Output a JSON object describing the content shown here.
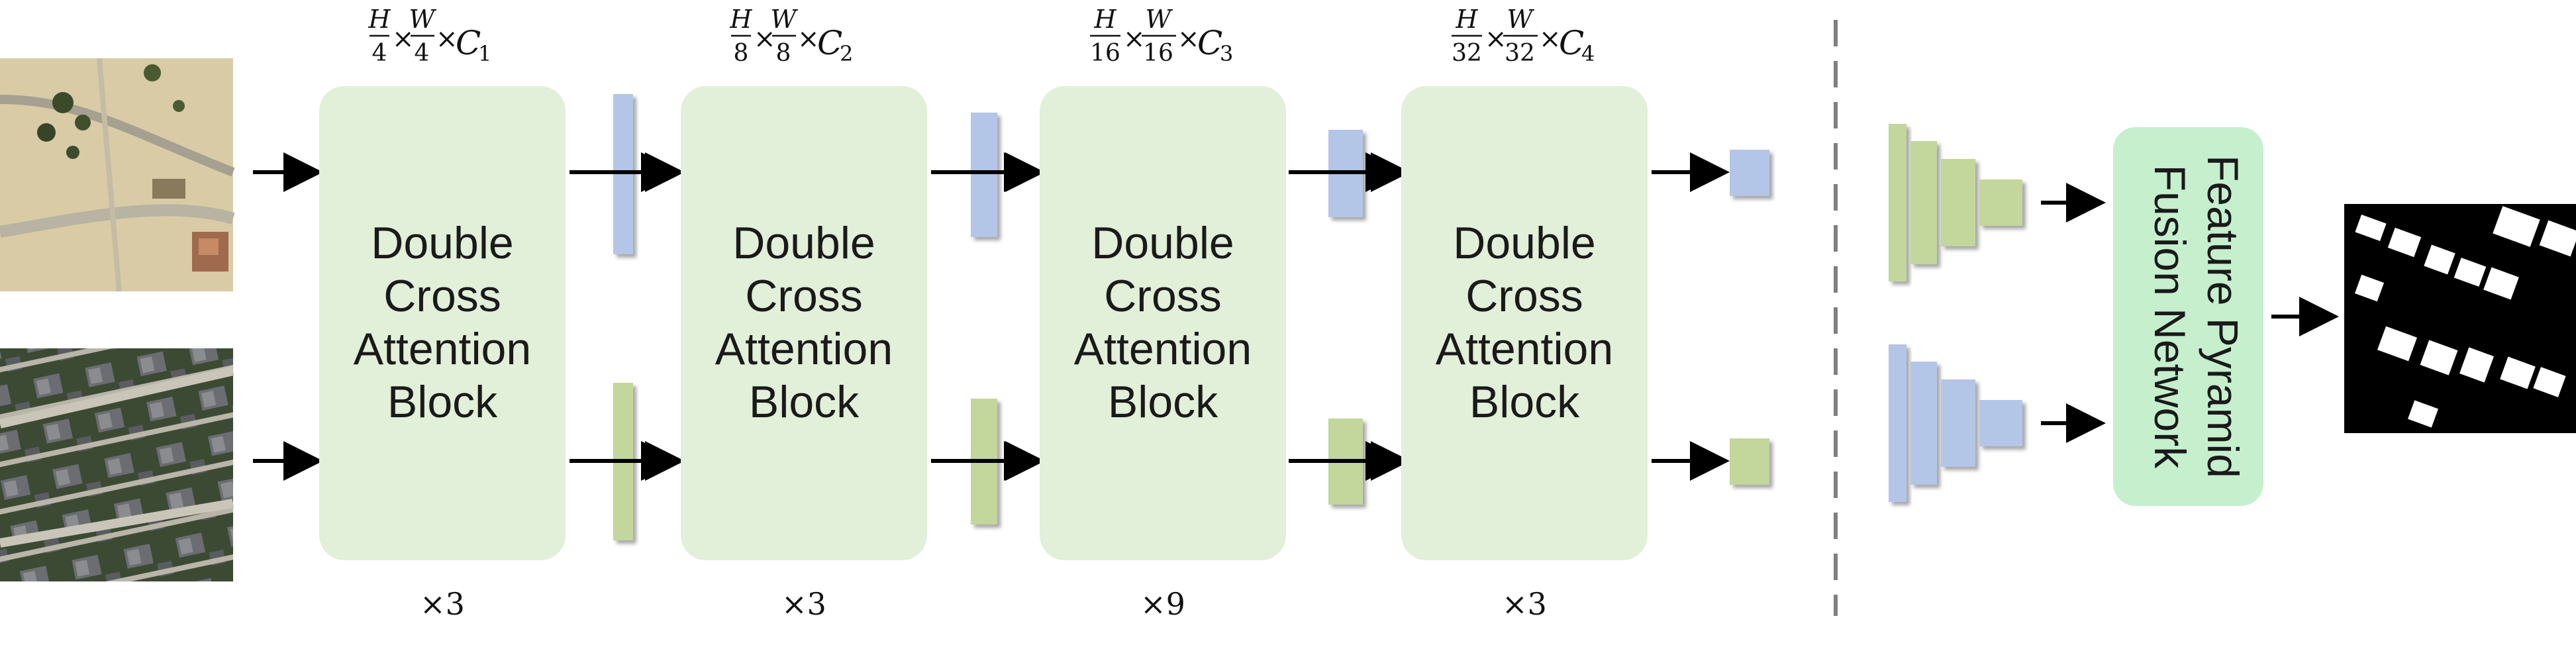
{
  "colors": {
    "block_fill": "#e2efd9",
    "blue_feature": "#b4c6e7",
    "green_feature": "#c3d69b",
    "fpn_fill": "#c6efce",
    "arrow": "#000000",
    "divider": "#808080"
  },
  "stages": [
    {
      "block_label_lines": [
        "Double",
        "Cross",
        "Attention",
        "Block"
      ],
      "repeat": "×3",
      "dim": {
        "h_num": "H",
        "h_den": "4",
        "w_num": "W",
        "w_den": "4",
        "c": "C",
        "c_sub": "1"
      }
    },
    {
      "block_label_lines": [
        "Double",
        "Cross",
        "Attention",
        "Block"
      ],
      "repeat": "×3",
      "dim": {
        "h_num": "H",
        "h_den": "8",
        "w_num": "W",
        "w_den": "8",
        "c": "C",
        "c_sub": "2"
      }
    },
    {
      "block_label_lines": [
        "Double",
        "Cross",
        "Attention",
        "Block"
      ],
      "repeat": "×9",
      "dim": {
        "h_num": "H",
        "h_den": "16",
        "w_num": "W",
        "w_den": "16",
        "c": "C",
        "c_sub": "3"
      }
    },
    {
      "block_label_lines": [
        "Double",
        "Cross",
        "Attention",
        "Block"
      ],
      "repeat": "×3",
      "dim": {
        "h_num": "H",
        "h_den": "32",
        "w_num": "W",
        "w_den": "32",
        "c": "C",
        "c_sub": "4"
      }
    }
  ],
  "times_symbol": "×",
  "fpn": {
    "label_lines": [
      "Feature Pyramid",
      "Fusion Network"
    ]
  },
  "images": {
    "input_top": "aerial-image-pre-construction",
    "input_bottom": "aerial-image-post-construction",
    "output": "building-change-mask"
  }
}
